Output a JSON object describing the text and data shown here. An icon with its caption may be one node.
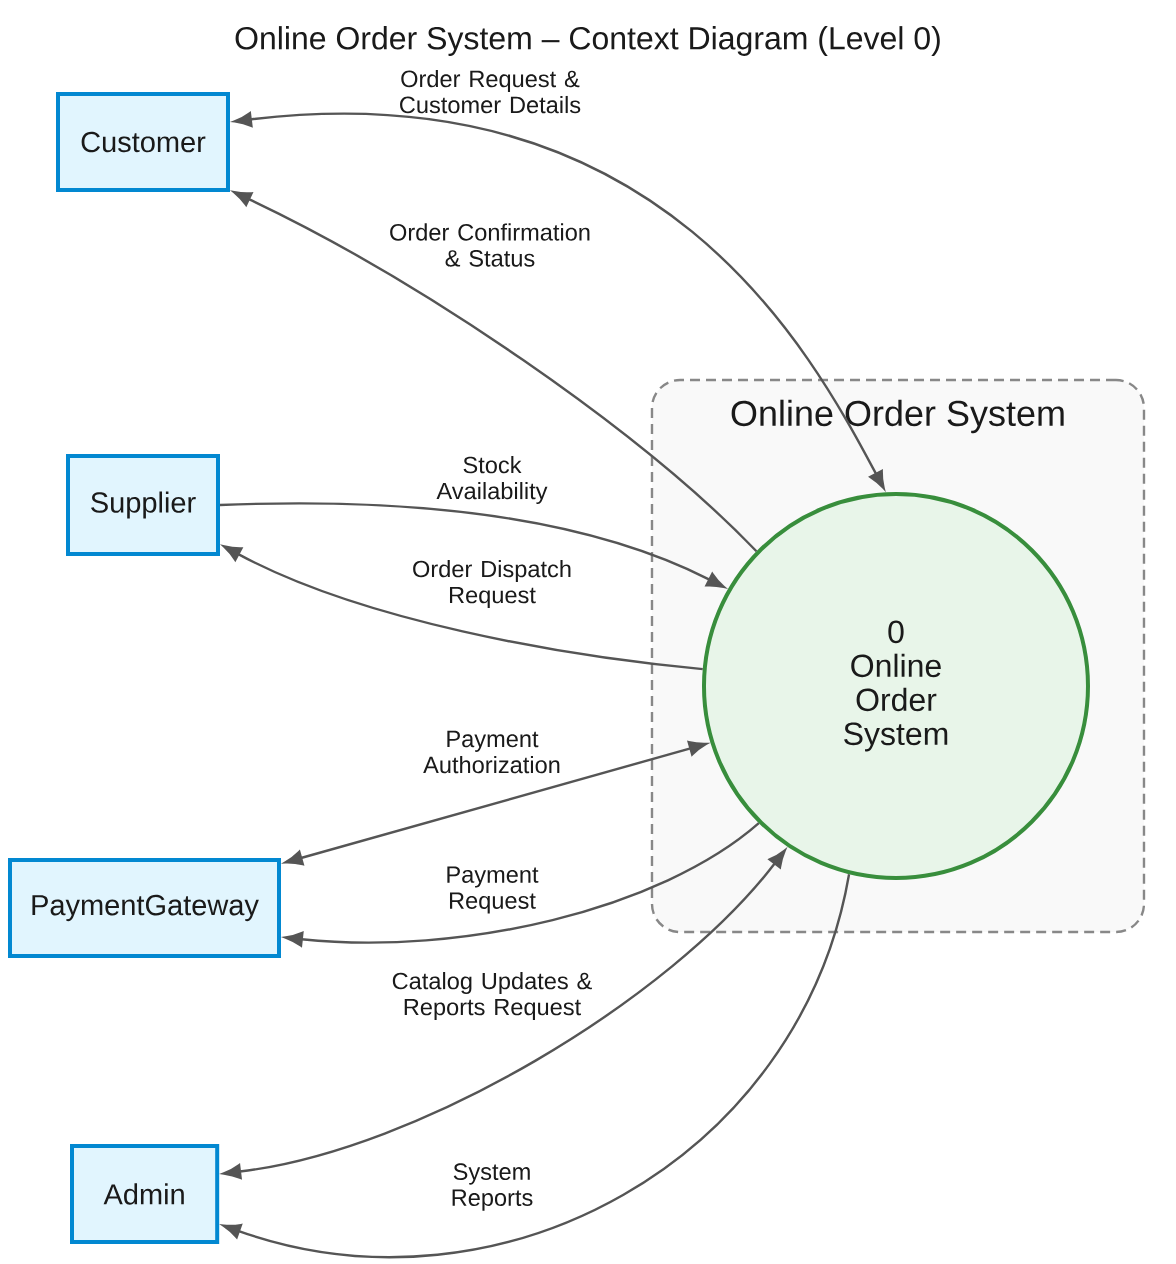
{
  "diagram": {
    "title": "Online Order System – Context Diagram (Level 0)",
    "nodes": [
      {
        "text": [
          "Customer"
        ]
      },
      {
        "text": [
          "Supplier"
        ]
      },
      {
        "text": [
          "PaymentGateway"
        ]
      },
      {
        "text": [
          "Admin"
        ]
      },
      {
        "text": [
          "Online Order System"
        ]
      },
      {
        "text": [
          "0",
          "Online Order System"
        ],
        "in": 4
      }
    ],
    "edges": [
      {
        "from": 0,
        "to": 5,
        "arrow": "both",
        "label": "Order Request & Customer Details"
      },
      {
        "from": 5,
        "to": 0,
        "arrow": "to",
        "label": "Order Confirmation & Status"
      },
      {
        "from": 1,
        "to": 5,
        "arrow": "to",
        "label": "Stock Availability"
      },
      {
        "from": 5,
        "to": 1,
        "arrow": "to",
        "label": "Order Dispatch Request"
      },
      {
        "from": 2,
        "to": 5,
        "arrow": "both",
        "label": "Payment Authorization"
      },
      {
        "from": 5,
        "to": 2,
        "arrow": "to",
        "label": "Payment Request"
      },
      {
        "from": 3,
        "to": 5,
        "arrow": "both",
        "label": "Catalog Updates & Reports Request"
      },
      {
        "from": 5,
        "to": 3,
        "arrow": "to",
        "label": "System Reports"
      }
    ]
  }
}
